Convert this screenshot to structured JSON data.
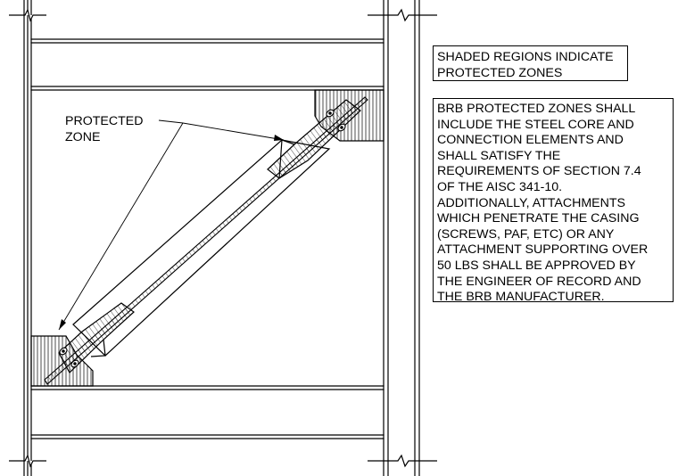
{
  "notes": {
    "shaded_regions": "SHADED REGIONS INDICATE\nPROTECTED ZONES",
    "brb_requirements": "BRB PROTECTED ZONES SHALL\nINCLUDE THE STEEL CORE AND\nCONNECTION ELEMENTS AND\nSHALL SATISFY THE\nREQUIREMENTS OF SECTION 7.4\nOF THE AISC 341-10.\nADDITIONALLY, ATTACHMENTS\nWHICH PENETRATE THE CASING\n(SCREWS, PAF, ETC) OR ANY\nATTACHMENT SUPPORTING OVER\n50 LBS SHALL BE APPROVED BY\nTHE ENGINEER OF RECORD AND\nTHE BRB MANUFACTURER."
  },
  "callout": {
    "label": "PROTECTED\nZONE"
  }
}
